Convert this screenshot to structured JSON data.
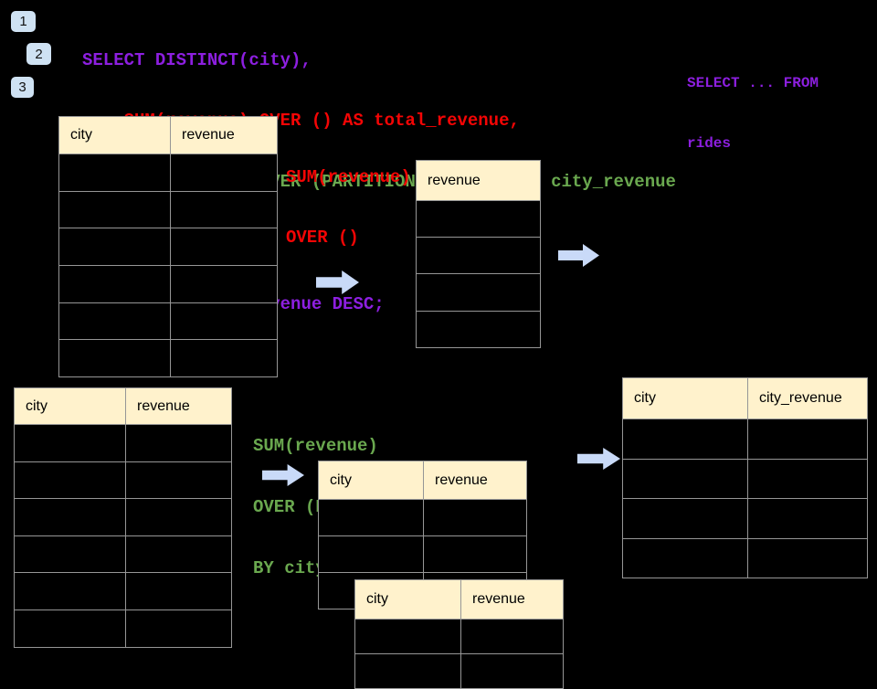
{
  "colors": {
    "background": "#000000",
    "purple": "#8d1fe0",
    "red": "#f40505",
    "green": "#6aa84f",
    "table_header_fill": "#fff2cc",
    "table_border": "#969696",
    "arrow_fill": "#c9daf8",
    "badge_fill": "#cfe2f3"
  },
  "step_badges": [
    "1",
    "2",
    "3"
  ],
  "sql_code": {
    "lines": [
      {
        "text": "SELECT DISTINCT(city),",
        "color": "purple"
      },
      {
        "text": "    SUM(revenue) OVER () AS total_revenue,",
        "color": "red"
      },
      {
        "text": "    SUM(revenue) OVER (PARTITION BY city) as city_revenue",
        "color": "green"
      },
      {
        "text": "  FROM rides",
        "color": "purple"
      },
      {
        "text": "  ORDER by city_revenue DESC;",
        "color": "purple"
      }
    ]
  },
  "side_note": {
    "line1": "SELECT ... FROM",
    "line2": "rides",
    "color": "purple"
  },
  "annotation_total": {
    "line1": "SUM(revenue)",
    "line2": "OVER ()",
    "color": "red"
  },
  "annotation_partition": {
    "line1": "SUM(revenue)",
    "line2": "OVER (PARTITION",
    "line3": "BY city)",
    "color": "green"
  },
  "tables": {
    "rides_source_top": {
      "headers": [
        "city",
        "revenue"
      ],
      "empty_rows": 6
    },
    "total_result": {
      "headers": [
        "revenue"
      ],
      "empty_rows": 4
    },
    "rides_source_bottom": {
      "headers": [
        "city",
        "revenue"
      ],
      "empty_rows": 6
    },
    "partition_back": {
      "headers": [
        "city",
        "revenue"
      ],
      "empty_rows": 3
    },
    "partition_front": {
      "headers": [
        "city",
        "revenue"
      ],
      "empty_rows": 2
    },
    "city_revenue_result": {
      "headers": [
        "city",
        "city_revenue"
      ],
      "empty_rows": 4
    }
  }
}
